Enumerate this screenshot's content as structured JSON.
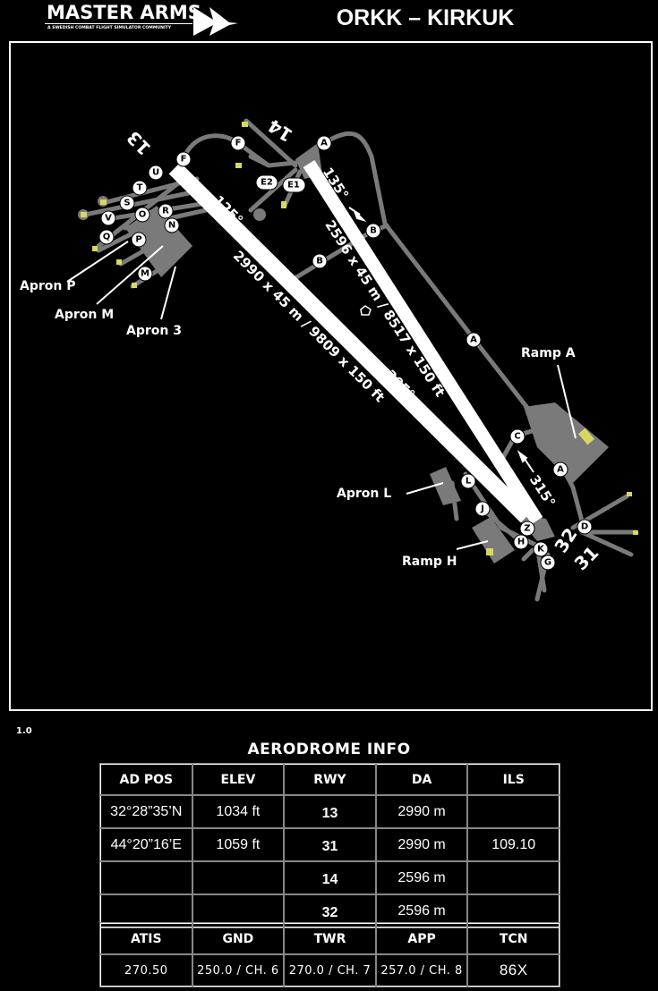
{
  "header": {
    "logo_title": "MASTER ARMS",
    "logo_subtitle": "A SWEDISH COMBAT FLIGHT SIMULATOR COMMUNITY",
    "title": "ORKK – KIRKUK"
  },
  "map": {
    "runways": {
      "r13": "13",
      "r31": "31",
      "r14": "14",
      "r32": "32",
      "dims_13_31": "2990 x 45 m / 9809 x 150 ft",
      "dims_14_32": "2596 x 45 m / 8517 x 150 ft",
      "hdg_125": "125°",
      "hdg_305": "305°",
      "hdg_135": "135°",
      "hdg_315": "315°"
    },
    "areas": {
      "apron_p": "Apron P",
      "apron_m": "Apron M",
      "apron_3": "Apron 3",
      "ramp_a": "Ramp A",
      "apron_l": "Apron L",
      "ramp_h": "Ramp H"
    },
    "taxiways": [
      "F",
      "F",
      "A",
      "U",
      "T",
      "S",
      "E2",
      "E1",
      "R",
      "O",
      "N",
      "V",
      "Q",
      "P",
      "M",
      "B",
      "B",
      "A",
      "C",
      "A",
      "L",
      "J",
      "Z",
      "H",
      "K",
      "G",
      "D"
    ],
    "colors": {
      "pavement": "#7a7a7a",
      "runway": "#ffffff",
      "stand": "#d8d860",
      "background": "#000000"
    }
  },
  "version": "1.0",
  "info": {
    "title": "AERODROME INFO",
    "headers": [
      "AD POS",
      "ELEV",
      "RWY",
      "DA",
      "ILS"
    ],
    "rows": [
      [
        "32°28”35’N",
        "1034 ft",
        "13",
        "2990 m",
        ""
      ],
      [
        "44°20”16’E",
        "1059 ft",
        "31",
        "2990 m",
        "109.10"
      ],
      [
        "",
        "",
        "14",
        "2596 m",
        ""
      ],
      [
        "",
        "",
        "32",
        "2596 m",
        ""
      ]
    ],
    "freq_headers": [
      "ATIS",
      "GND",
      "TWR",
      "APP",
      "TCN"
    ],
    "freq_values": [
      "270.50",
      "250.0 / CH. 6",
      "270.0 / CH. 7",
      "257.0 / CH. 8",
      "86X"
    ]
  }
}
